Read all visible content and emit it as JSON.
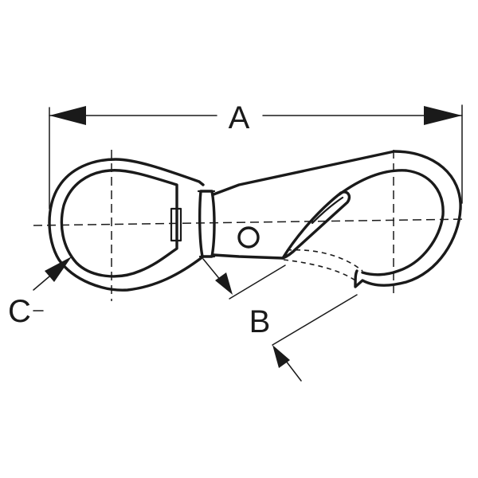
{
  "diagram": {
    "labels": {
      "a": "A",
      "b": "B",
      "c": "C"
    },
    "line_color": "#1a1a1a",
    "background": "#ffffff"
  }
}
